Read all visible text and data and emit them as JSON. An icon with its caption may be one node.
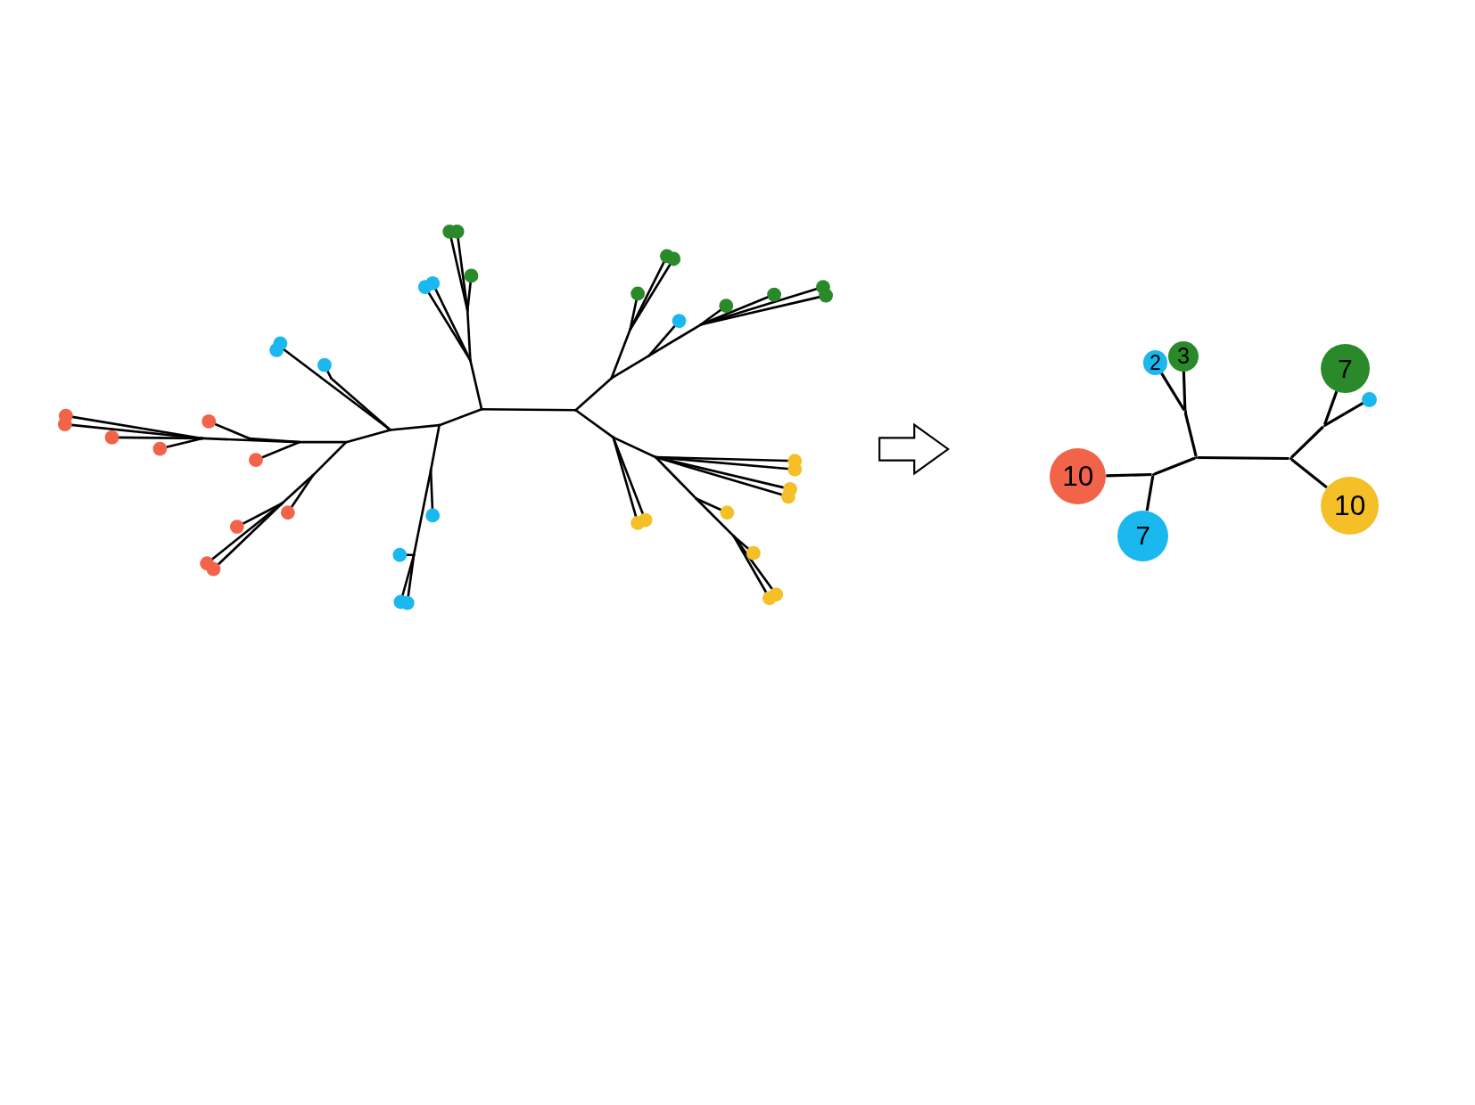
{
  "diagram": {
    "nodes": [
      {
        "text": [],
        "shape": "picture"
      },
      {
        "text": [
          "2"
        ]
      },
      {
        "text": [
          "3"
        ]
      },
      {
        "text": [
          "7"
        ]
      },
      {
        "text": [],
        "shape": "circle"
      },
      {
        "text": [],
        "shape": "point"
      },
      {
        "text": [],
        "shape": "point"
      },
      {
        "text": [],
        "shape": "point"
      },
      {
        "text": [],
        "shape": "point"
      },
      {
        "text": [],
        "shape": "point"
      },
      {
        "text": [
          "10"
        ]
      },
      {
        "text": [
          "10"
        ]
      },
      {
        "text": [
          "7"
        ]
      }
    ],
    "edges": [
      {
        "from": 7,
        "to": 8,
        "arrow": "none"
      },
      {
        "from": 7,
        "to": 9,
        "arrow": "none"
      },
      {
        "from": 9,
        "to": 10,
        "arrow": "none"
      },
      {
        "from": 9,
        "to": 12,
        "arrow": "none"
      },
      {
        "from": 7,
        "to": 5,
        "arrow": "none"
      },
      {
        "from": 5,
        "to": 1,
        "arrow": "none"
      },
      {
        "from": 5,
        "to": 2,
        "arrow": "none"
      },
      {
        "from": 8,
        "to": 6,
        "arrow": "none"
      },
      {
        "from": 6,
        "to": 3,
        "arrow": "none"
      },
      {
        "from": 6,
        "to": 4,
        "arrow": "none"
      },
      {
        "from": 8,
        "to": 11,
        "arrow": "none"
      }
    ]
  }
}
